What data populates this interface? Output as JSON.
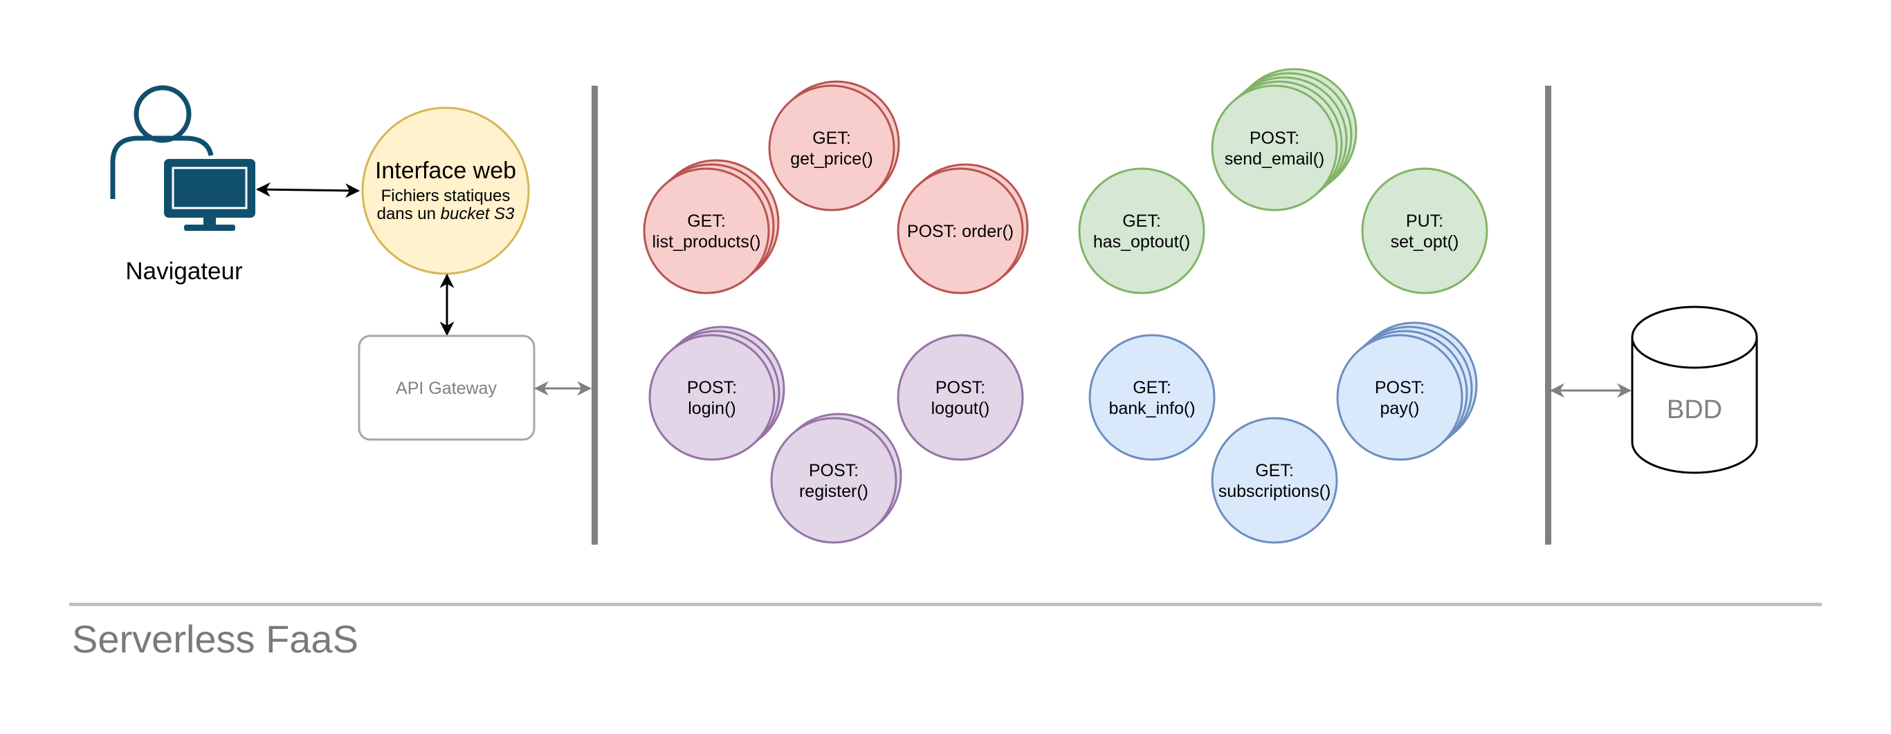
{
  "title": "Serverless FaaS",
  "browser": {
    "label": "Navigateur",
    "icon": "user-computer-icon"
  },
  "web": {
    "title": "Interface web",
    "line1": "Fichiers statiques",
    "line2_prefix": "dans un ",
    "line2_em": "bucket S3"
  },
  "gateway": {
    "label": "API Gateway"
  },
  "database": {
    "label": "BDD",
    "icon": "database-icon"
  },
  "colors": {
    "red_fill": "#f8cecc",
    "red_stroke": "#b85450",
    "purple_fill": "#e1d5e7",
    "purple_stroke": "#9673a6",
    "green_fill": "#d5e8d4",
    "green_stroke": "#82b366",
    "blue_fill": "#dae8fc",
    "blue_stroke": "#6c8ebf",
    "yellow_fill": "#fff2cc",
    "yellow_stroke": "#d6b656",
    "navy": "#10506e",
    "separator": "#808080"
  },
  "functions": [
    {
      "id": "get-price",
      "lines": [
        "GET:",
        "get_price()"
      ],
      "color": "red",
      "stack": 1
    },
    {
      "id": "list-products",
      "lines": [
        "GET:",
        "list_products()"
      ],
      "color": "red",
      "stack": 2
    },
    {
      "id": "order",
      "lines": [
        "POST: order()"
      ],
      "color": "red",
      "stack": 1
    },
    {
      "id": "login",
      "lines": [
        "POST:",
        "login()"
      ],
      "color": "purple",
      "stack": 2
    },
    {
      "id": "logout",
      "lines": [
        "POST:",
        "logout()"
      ],
      "color": "purple",
      "stack": 0
    },
    {
      "id": "register",
      "lines": [
        "POST:",
        "register()"
      ],
      "color": "purple",
      "stack": 1
    },
    {
      "id": "send-email",
      "lines": [
        "POST:",
        "send_email()"
      ],
      "color": "green",
      "stack": 4
    },
    {
      "id": "has-optout",
      "lines": [
        "GET:",
        "has_optout()"
      ],
      "color": "green",
      "stack": 0
    },
    {
      "id": "set-opt",
      "lines": [
        "PUT:",
        "set_opt()"
      ],
      "color": "green",
      "stack": 0
    },
    {
      "id": "bank-info",
      "lines": [
        "GET:",
        "bank_info()"
      ],
      "color": "blue",
      "stack": 0
    },
    {
      "id": "subscriptions",
      "lines": [
        "GET:",
        "subscriptions()"
      ],
      "color": "blue",
      "stack": 0
    },
    {
      "id": "pay",
      "lines": [
        "POST:",
        "pay()"
      ],
      "color": "blue",
      "stack": 3
    }
  ]
}
